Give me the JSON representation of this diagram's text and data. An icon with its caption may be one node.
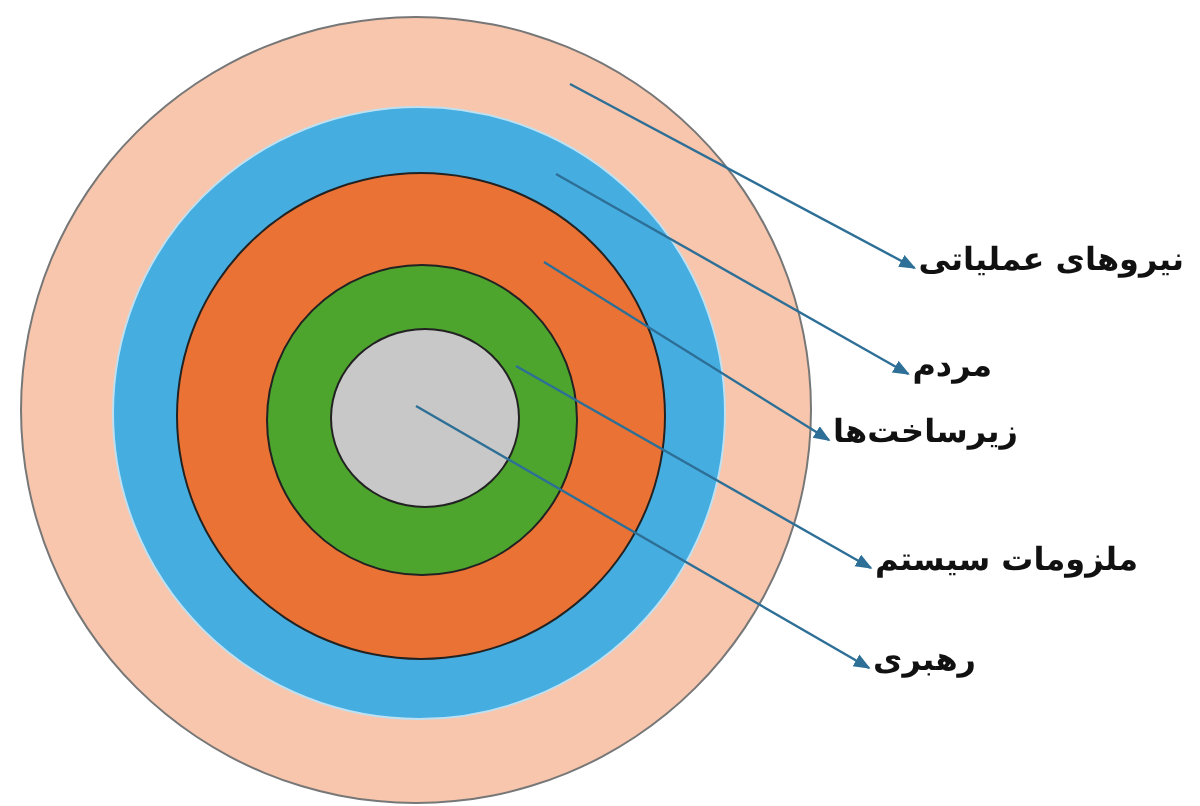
{
  "diagram": {
    "nodes": [
      {
        "text": [],
        "shape": "circle"
      },
      {
        "text": [],
        "shape": "circle",
        "in": 0
      },
      {
        "text": [],
        "shape": "circle",
        "in": 1
      },
      {
        "text": [],
        "shape": "circle",
        "in": 2
      },
      {
        "text": [],
        "shape": "circle",
        "in": 3
      },
      {
        "text": [
          "نیروهای عملیاتی"
        ]
      },
      {
        "text": [
          "مردم"
        ]
      },
      {
        "text": [
          "زیرساخت‌ها"
        ]
      },
      {
        "text": [
          "ملزومات سیستم"
        ]
      },
      {
        "text": [
          "رهبری"
        ]
      }
    ],
    "edges": [
      {
        "from": 0,
        "to": 5,
        "arrow": "to"
      },
      {
        "from": 1,
        "to": 6,
        "arrow": "to"
      },
      {
        "from": 2,
        "to": 7,
        "arrow": "to"
      },
      {
        "from": 3,
        "to": 8,
        "arrow": "to"
      },
      {
        "from": 4,
        "to": 9,
        "arrow": "to"
      }
    ]
  }
}
